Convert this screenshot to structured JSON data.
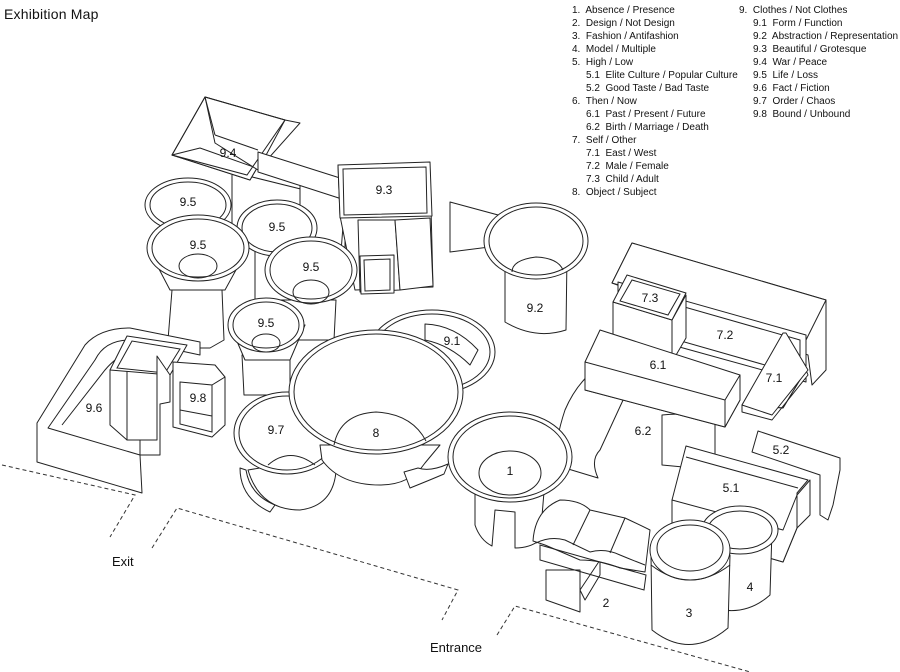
{
  "title": "Exhibition Map",
  "legend": {
    "column1": [
      {
        "num": "1.",
        "label": "Absence / Presence",
        "level": 0
      },
      {
        "num": "2.",
        "label": "Design / Not Design",
        "level": 0
      },
      {
        "num": "3.",
        "label": "Fashion / Antifashion",
        "level": 0
      },
      {
        "num": "4.",
        "label": "Model / Multiple",
        "level": 0
      },
      {
        "num": "5.",
        "label": "High / Low",
        "level": 0
      },
      {
        "num": "5.1",
        "label": "Elite Culture / Popular Culture",
        "level": 1
      },
      {
        "num": "5.2",
        "label": "Good Taste / Bad Taste",
        "level": 1
      },
      {
        "num": "6.",
        "label": "Then / Now",
        "level": 0
      },
      {
        "num": "6.1",
        "label": "Past / Present / Future",
        "level": 1
      },
      {
        "num": "6.2",
        "label": "Birth / Marriage / Death",
        "level": 1
      },
      {
        "num": "7.",
        "label": "Self / Other",
        "level": 0
      },
      {
        "num": "7.1",
        "label": "East / West",
        "level": 1
      },
      {
        "num": "7.2",
        "label": "Male / Female",
        "level": 1
      },
      {
        "num": "7.3",
        "label": "Child / Adult",
        "level": 1
      },
      {
        "num": "8.",
        "label": "Object / Subject",
        "level": 0
      }
    ],
    "column2": [
      {
        "num": "9.",
        "label": "Clothes / Not Clothes",
        "level": 0
      },
      {
        "num": "9.1",
        "label": "Form / Function",
        "level": 1
      },
      {
        "num": "9.2",
        "label": "Abstraction / Representation",
        "level": 1
      },
      {
        "num": "9.3",
        "label": "Beautiful / Grotesque",
        "level": 1
      },
      {
        "num": "9.4",
        "label": "War / Peace",
        "level": 1
      },
      {
        "num": "9.5",
        "label": "Life / Loss",
        "level": 1
      },
      {
        "num": "9.6",
        "label": "Fact / Fiction",
        "level": 1
      },
      {
        "num": "9.7",
        "label": "Order / Chaos",
        "level": 1
      },
      {
        "num": "9.8",
        "label": "Bound / Unbound",
        "level": 1
      }
    ]
  },
  "map": {
    "exit_label": "Exit",
    "entrance_label": "Entrance",
    "sections": {
      "s1": "1",
      "s2": "2",
      "s3": "3",
      "s4": "4",
      "s5_1": "5.1",
      "s5_2": "5.2",
      "s6_1": "6.1",
      "s6_2": "6.2",
      "s7_1": "7.1",
      "s7_2": "7.2",
      "s7_3": "7.3",
      "s8": "8",
      "s9_1": "9.1",
      "s9_2": "9.2",
      "s9_3": "9.3",
      "s9_4": "9.4",
      "s9_5a": "9.5",
      "s9_5b": "9.5",
      "s9_5c": "9.5",
      "s9_5d": "9.5",
      "s9_5e": "9.5",
      "s9_6": "9.6",
      "s9_7": "9.7",
      "s9_8": "9.8"
    }
  }
}
